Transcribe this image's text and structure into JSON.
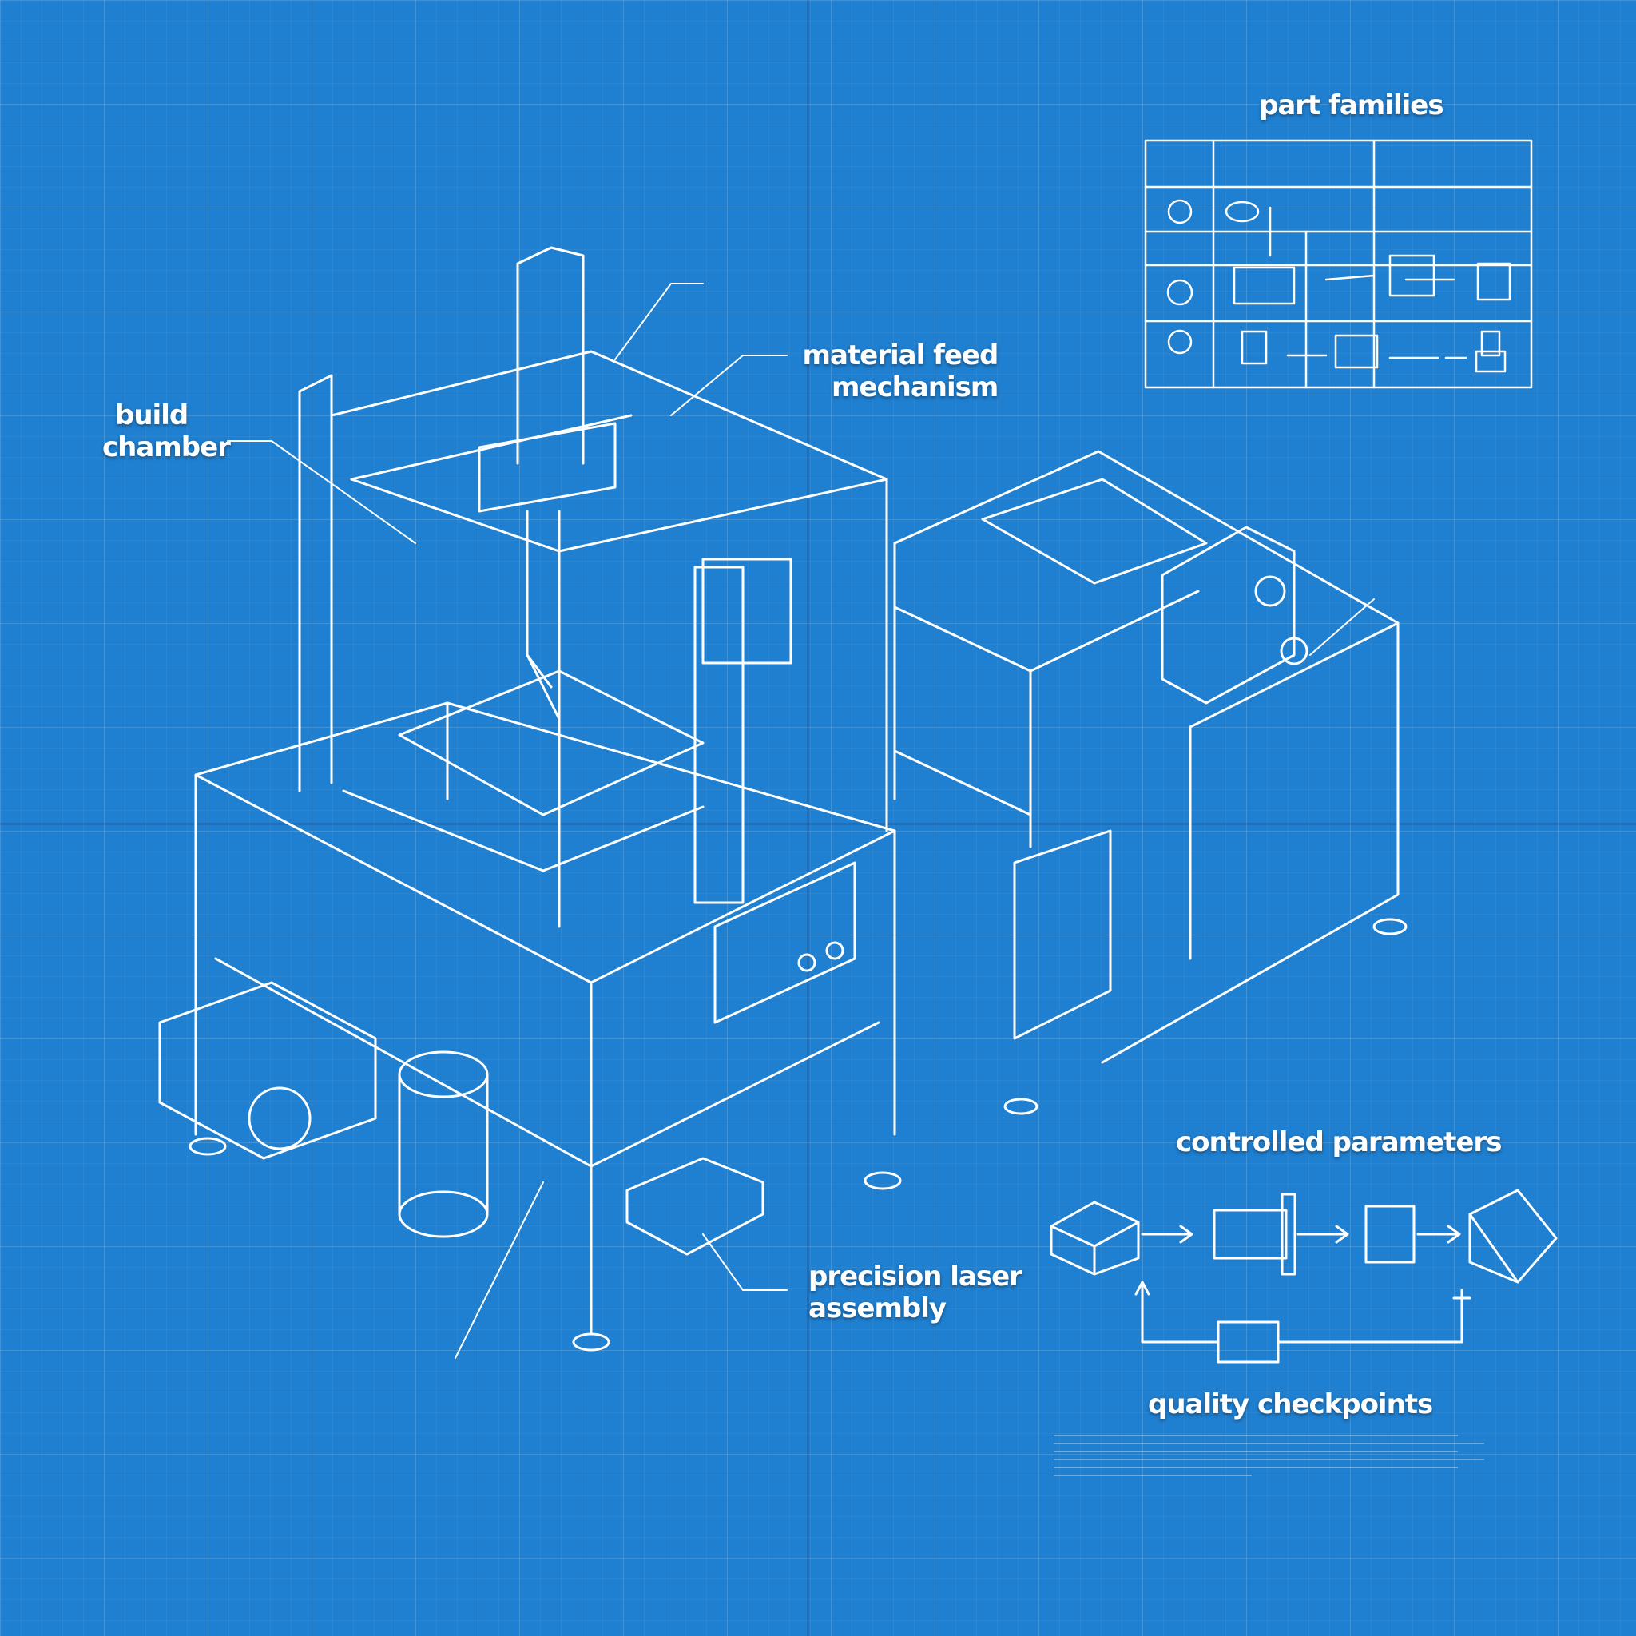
{
  "colors": {
    "background": "#1f7fd0",
    "ink": "#ffffff"
  },
  "labels": {
    "part_families": "part families",
    "build_chamber": [
      "build",
      "chamber"
    ],
    "material_feed": [
      "material feed",
      "mechanism"
    ],
    "precision_laser": [
      "precision laser",
      "assembly"
    ],
    "controlled_parameters": "controlled parameters",
    "quality_checkpoints": "quality checkpoints"
  }
}
